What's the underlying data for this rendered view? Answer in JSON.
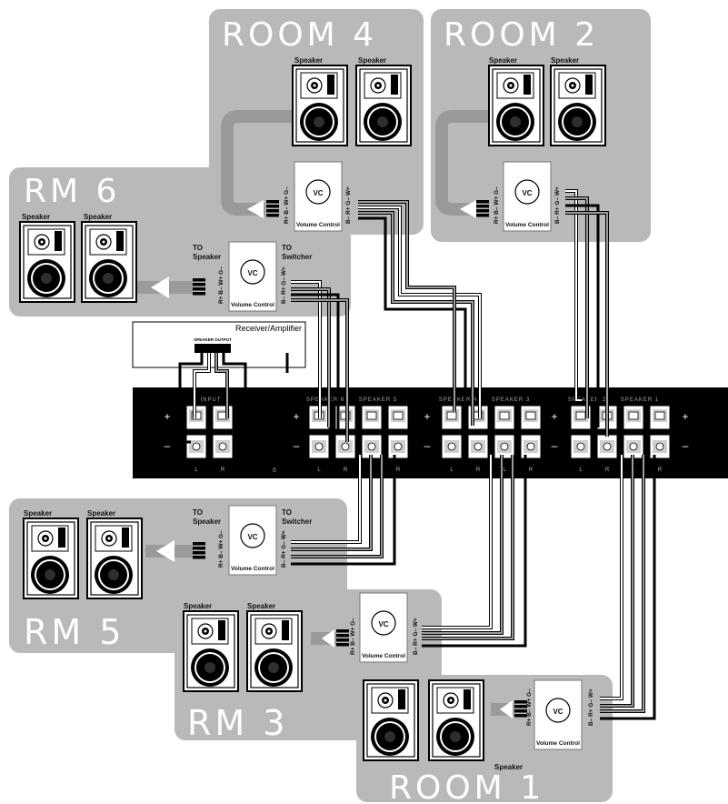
{
  "rooms": {
    "room4": "ROOM 4",
    "room2": "ROOM 2",
    "rm6": "RM 6",
    "rm5": "RM 5",
    "rm3": "RM 3",
    "room1": "ROOM 1"
  },
  "labels": {
    "speaker": "Speaker",
    "vc": "VC",
    "volume_control": "Volume Control",
    "to_speaker_line1": "TO",
    "to_speaker_line2": "Speaker",
    "to_switcher_line1": "TO",
    "to_switcher_line2": "Switcher",
    "terms_speaker": "R+ B– W+ G–",
    "terms_switcher": "B– R+ G– W+",
    "receiver": "Receiver/Amplifier",
    "speaker_output": "SPEAKER OUTPUT"
  },
  "switcher": {
    "input": "INPUT",
    "channels": [
      "SPEAKER 6",
      "SPEAKER 5",
      "SPEAKER 4",
      "SPEAKER 3",
      "SPEAKER 2",
      "SPEAKER 1"
    ],
    "l": "L",
    "r": "R",
    "plus": "+",
    "minus": "–",
    "six": "6"
  },
  "colors": {
    "panel": "#b9b9b9",
    "switcher": "#000000",
    "wire_white": "#ffffff",
    "wire_black": "#000000",
    "wire_gray": "#9a9a9a"
  }
}
